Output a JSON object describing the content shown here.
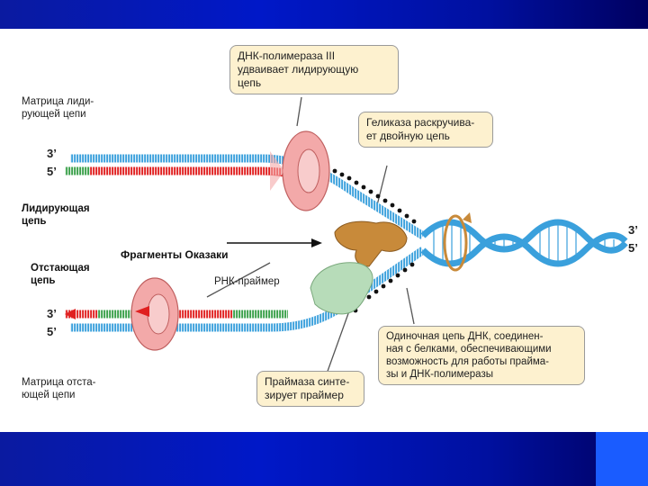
{
  "labels": {
    "lead_template": "Матрица лиди-\nрующей цепи",
    "leading_strand": "Лидирующая\nцепь",
    "okazaki": "Фрагменты Оказаки",
    "lagging_strand": "Отстающая\nцепь",
    "rna_primer": "РНК-праймер",
    "lag_template": "Матрица отста-\nющей цепи"
  },
  "callouts": {
    "pol3": "ДНК-полимераза III\nудваивает лидирующую\nцепь",
    "helicase": "Геликаза раскручива-\nет двойную цепь",
    "primase": "Праймаза синте-\nзирует праймер",
    "ssb": "Одиночная цепь ДНК, соединен-\nная с белками, обеспечивающими\nвозможность для работы прайма-\nзы и ДНК-полимеразы"
  },
  "primes": {
    "left_top_3": "3’",
    "left_top_5": "5’",
    "left_bot_3": "3’",
    "left_bot_5": "5’",
    "right_3": "3’",
    "right_5": "5’"
  },
  "colors": {
    "strand_blue": "#3aa0dc",
    "new_red": "#e02020",
    "primer_green": "#3aa04a",
    "clamp_pink": "#f3a9a9",
    "helicase_brown": "#c88a3a",
    "primase_green": "#b7dcb9",
    "callout_bg": "#fdf1cf"
  }
}
